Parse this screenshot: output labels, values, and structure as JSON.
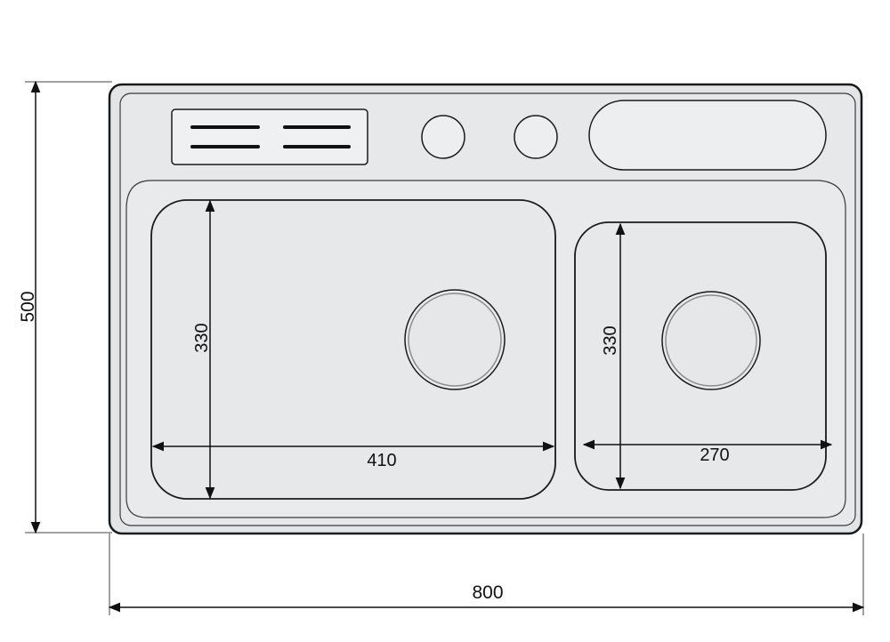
{
  "dimensions": {
    "overall_width": "800",
    "overall_height": "500",
    "large_bowl_width": "410",
    "large_bowl_height": "330",
    "small_bowl_width": "270",
    "small_bowl_height": "330"
  },
  "colors": {
    "steel_fill": "#e4e6e8",
    "bowl_fill": "#e8e9eb",
    "outline": "#1a1a1a",
    "drain_ring": "#8a8c8e"
  }
}
